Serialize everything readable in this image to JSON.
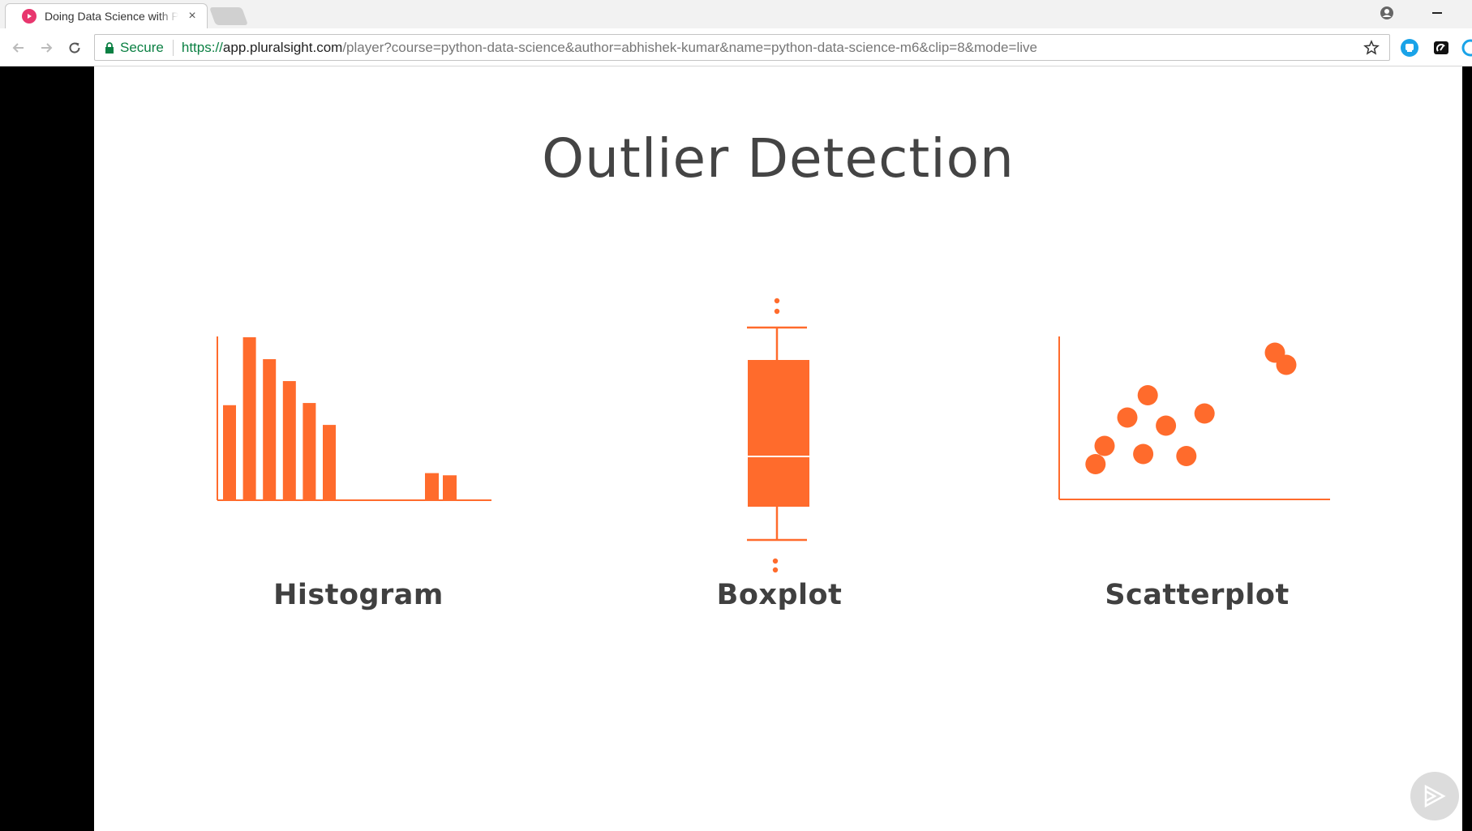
{
  "browser": {
    "tab_title": "Doing Data Science with Python",
    "tab_close": "×",
    "secure_label": "Secure",
    "url_scheme": "https://",
    "url_host": "app.pluralsight.com",
    "url_path": "/player?course=python-data-science&author=abhishek-kumar&name=python-data-science-m6&clip=8&mode=live"
  },
  "slide": {
    "title": "Outlier Detection",
    "accent_color": "#ff6b2c",
    "labels": {
      "histogram": "Histogram",
      "boxplot": "Boxplot",
      "scatterplot": "Scatterplot"
    }
  },
  "chart_data": [
    {
      "type": "bar",
      "values": [
        43,
        74,
        64,
        54,
        44,
        34,
        0,
        0,
        0,
        0,
        12,
        11
      ]
    },
    {
      "type": "box",
      "upper_outliers": 2,
      "lower_outliers": 2
    },
    {
      "type": "scatter",
      "points": [
        [
          1.5,
          2.0
        ],
        [
          2.5,
          3.4
        ],
        [
          3.4,
          4.5
        ],
        [
          4.2,
          3.0
        ],
        [
          3.2,
          1.6
        ],
        [
          5.1,
          1.5
        ],
        [
          5.9,
          3.6
        ],
        [
          1.1,
          1.1
        ],
        [
          9.0,
          6.6
        ],
        [
          9.5,
          6.0
        ]
      ]
    }
  ]
}
